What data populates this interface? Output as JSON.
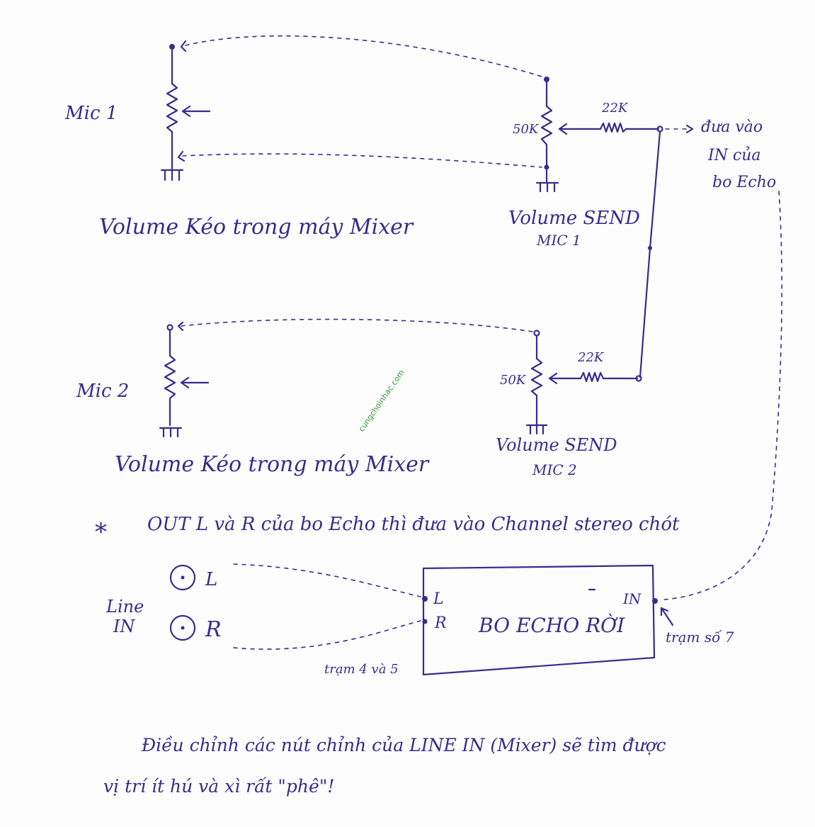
{
  "mic1": {
    "label": "Mic 1",
    "left_caption": "Volume Kéo trong máy Mixer",
    "send_caption": "Volume SEND",
    "send_sub": "MIC 1",
    "pot": "50K",
    "resistor": "22K"
  },
  "mic2": {
    "label": "Mic 2",
    "left_caption": "Volume Kéo trong máy Mixer",
    "send_caption": "Volume SEND",
    "send_sub": "MIC 2",
    "pot": "50K",
    "resistor": "22K"
  },
  "echo_input_note": [
    "đưa vào",
    "IN của",
    "bo Echo"
  ],
  "out_note": "OUT L và R của bo Echo thì đưa vào Channel stereo chót",
  "asterisk": "*",
  "line_in": {
    "label1": "Line",
    "label2": "IN",
    "left": "L",
    "right": "R"
  },
  "echo_box": {
    "title": "BO ECHO RỜI",
    "l": "L",
    "r": "R",
    "in": "IN"
  },
  "tram_lr": "trạm 4 và 5",
  "tram_in": "trạm số 7",
  "footer_line1": "Điều chỉnh các nút chỉnh của LINE IN (Mixer) sẽ tìm được",
  "footer_line2": "vị trí ít hú và xì rất \"phê\"!",
  "watermark": "cungchoinhac.com"
}
